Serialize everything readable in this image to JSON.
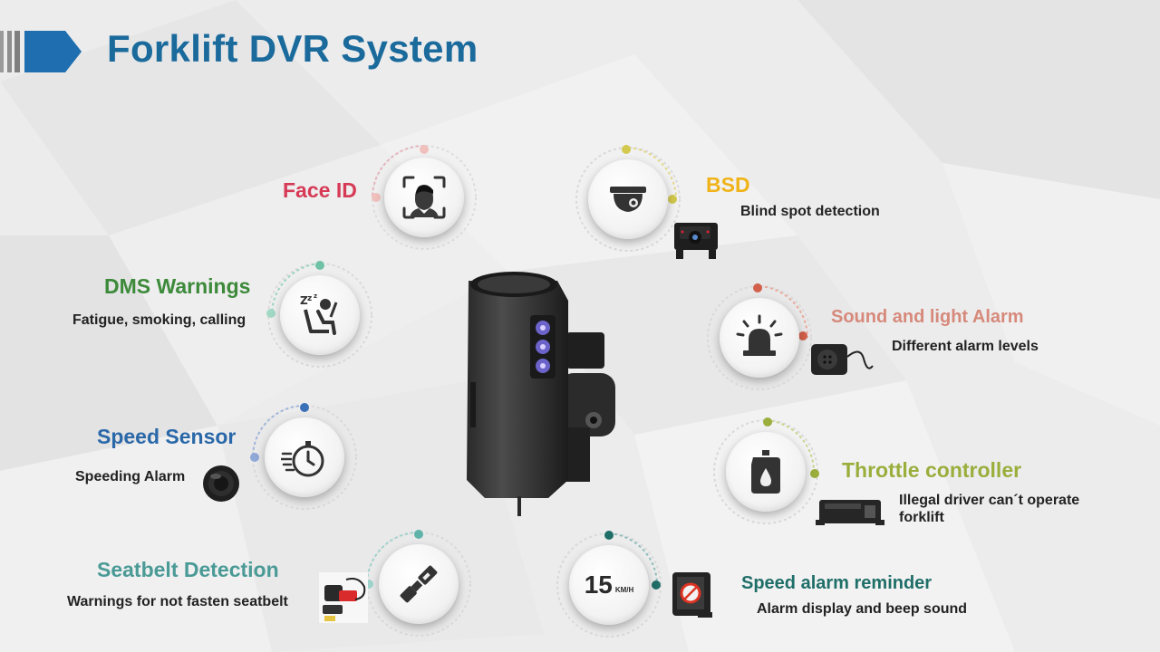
{
  "title": "Forklift DVR System",
  "colors": {
    "title": "#1a6a9c",
    "face_id": "#d63a55",
    "dms": "#3c8a3a",
    "speed_sensor": "#2a68a8",
    "seatbelt": "#4a9a96",
    "bsd": "#f0b419",
    "sound_light": "#d6897a",
    "throttle": "#9aae3c",
    "speed_alarm": "#1f6e68"
  },
  "features": {
    "face_id": {
      "label": "Face ID",
      "icon": "face-scan-icon"
    },
    "dms": {
      "label": "DMS Warnings",
      "desc": "Fatigue, smoking, calling",
      "icon": "sleeping-driver-icon"
    },
    "speed_sensor": {
      "label": "Speed Sensor",
      "desc": "Speeding Alarm",
      "icon": "stopwatch-icon"
    },
    "seatbelt": {
      "label": "Seatbelt Detection",
      "desc": "Warnings for not fasten seatbelt",
      "icon": "seatbelt-buckle-icon"
    },
    "bsd": {
      "label": "BSD",
      "desc": "Blind spot detection",
      "icon": "dome-camera-icon"
    },
    "sound_light": {
      "label": "Sound and light Alarm",
      "desc": "Different alarm levels",
      "icon": "alarm-light-icon"
    },
    "throttle": {
      "label": "Throttle controller",
      "desc_line1": "Illegal driver can´t operate",
      "desc_line2": "forklift",
      "icon": "fuel-can-icon"
    },
    "speed_alarm": {
      "label": "Speed alarm reminder",
      "desc": "Alarm display and beep sound",
      "icon": "speed-display-icon",
      "display_value": "15",
      "display_unit": "KM/H"
    }
  }
}
